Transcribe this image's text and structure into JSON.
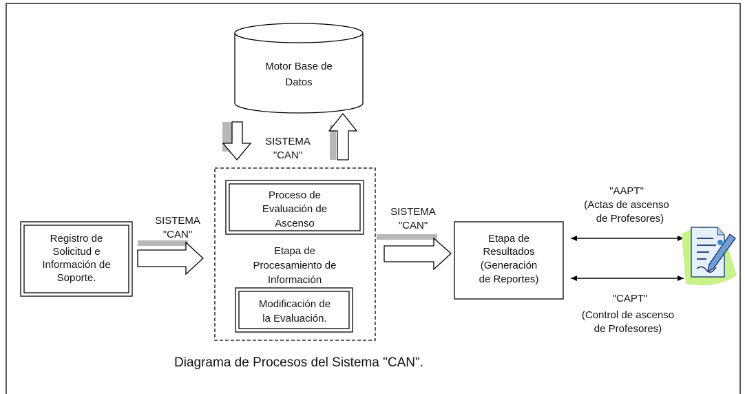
{
  "diagram": {
    "caption": "Diagrama de Procesos del Sistema \"CAN\".",
    "database": {
      "line1": "Motor Base de",
      "line2": "Datos"
    },
    "sistema_label": {
      "line1": "SISTEMA",
      "line2": "\"CAN\""
    },
    "registro": {
      "line1": "Registro de",
      "line2": "Solicitud e",
      "line3": "Información de",
      "line4": "Soporte."
    },
    "proceso_evaluacion": {
      "line1": "Proceso de",
      "line2": "Evaluación de",
      "line3": "Ascenso"
    },
    "etapa_procesamiento": {
      "line1": "Etapa de",
      "line2": "Procesamiento de",
      "line3": "Información"
    },
    "modificacion": {
      "line1": "Modificación de",
      "line2": "la Evaluación."
    },
    "etapa_resultados": {
      "line1": "Etapa de",
      "line2": "Resultados",
      "line3": "(Generación",
      "line4": "de Reportes)"
    },
    "aapt": {
      "line1": "\"AAPT\"",
      "line2": "(Actas de ascenso",
      "line3": "de Profesores)"
    },
    "capt": {
      "line1": "\"CAPT\"",
      "line2": "(Control de ascenso",
      "line3": "de Profesores)"
    },
    "icons": [
      "document-signature-icon",
      "database-cylinder-icon",
      "hollow-arrow-icon"
    ]
  }
}
